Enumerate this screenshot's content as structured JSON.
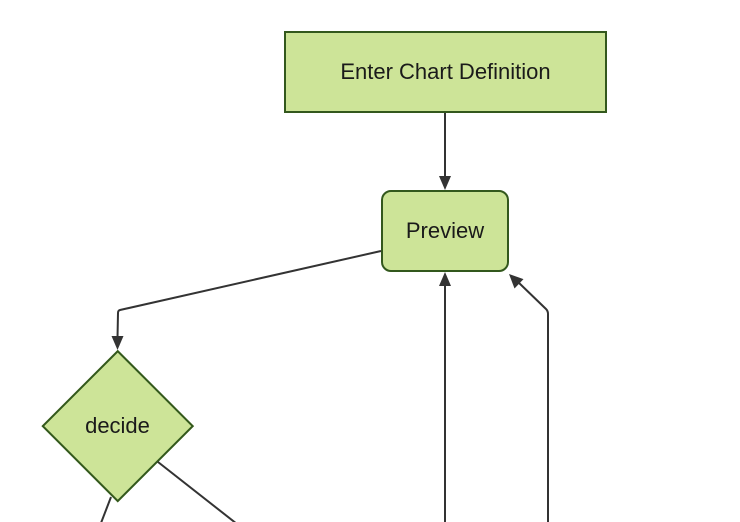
{
  "diagram": {
    "type": "flowchart",
    "direction": "top-down",
    "nodes": [
      {
        "id": "A",
        "label": "Enter Chart Definition",
        "shape": "rectangle"
      },
      {
        "id": "B",
        "label": "Preview",
        "shape": "rounded-rectangle"
      },
      {
        "id": "C",
        "label": "decide",
        "shape": "diamond"
      }
    ],
    "edges": [
      {
        "from": "Enter Chart Definition",
        "to": "Preview",
        "arrow": true
      },
      {
        "from": "Preview",
        "to": "decide",
        "arrow": true
      },
      {
        "from": "offscreen-bottom",
        "to": "Preview",
        "arrow": true
      },
      {
        "from": "offscreen-bottom-right",
        "to": "Preview",
        "arrow": true
      },
      {
        "from": "decide",
        "to": "offscreen-bottom-left",
        "arrow": false
      },
      {
        "from": "decide",
        "to": "offscreen-bottom-right",
        "arrow": false
      }
    ],
    "colors": {
      "node_fill": "#cde498",
      "node_border": "#33581d",
      "edge_line": "#333333",
      "text": "#1a1a1a",
      "background": "#ffffff"
    }
  }
}
